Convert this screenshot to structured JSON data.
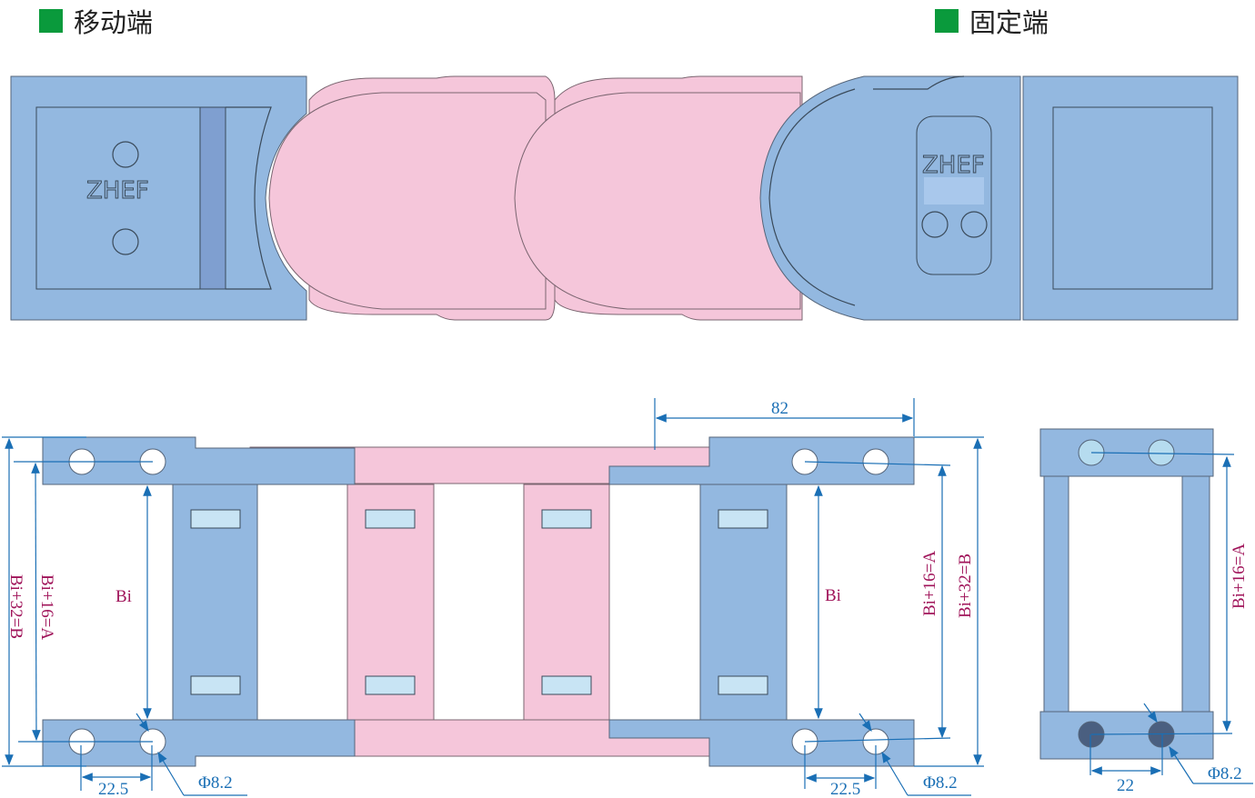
{
  "legend": {
    "moving_end": {
      "label": "移动端",
      "color": "#0a9a3c"
    },
    "fixed_end": {
      "label": "固定端",
      "color": "#0a9a3c"
    }
  },
  "top_view": {
    "brand_left": "ZHEF",
    "brand_right": "ZHEF"
  },
  "dimensions": {
    "pitch": "82",
    "inner_width_left": "Bi",
    "inner_width_right": "Bi",
    "a_left": "Bi+16=A",
    "b_left": "Bi+32=B",
    "a_right": "Bi+16=A",
    "b_right": "Bi+32=B",
    "a_side": "Bi+16=A",
    "hole_spacing_left": "22.5",
    "hole_spacing_right": "22.5",
    "hole_spacing_side": "22",
    "hole_dia_left": "Φ8.2",
    "hole_dia_right": "Φ8.2",
    "hole_dia_side": "Φ8.2"
  },
  "colors": {
    "bracket": "#93b8e0",
    "link": "#f5c6da",
    "dimension": "#1a6fb5",
    "formula": "#a0145a"
  }
}
